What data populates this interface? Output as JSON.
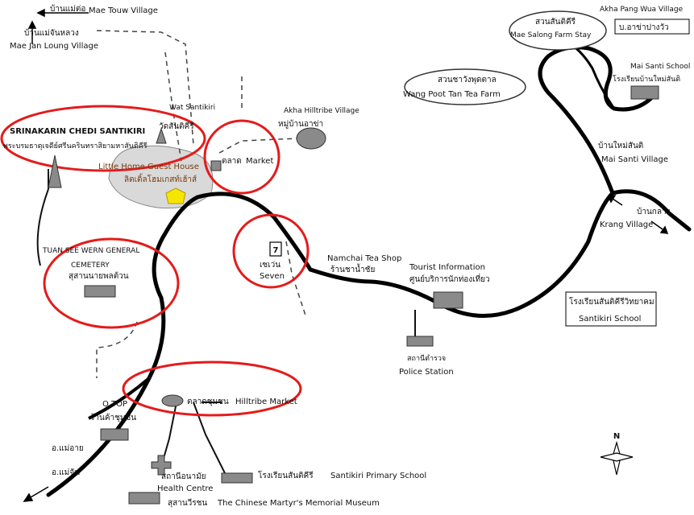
{
  "labels": {
    "mae_touw_th": "บ้านแม่ต่อ",
    "mae_touw_en": "Mae Touw Village",
    "mae_jan_th": "บ้านแม่จันหลวง",
    "mae_jan_en": "Mae Jan Loung Village",
    "wat_santikiri_en": "Wat Santikiri",
    "wat_santikiri_th": "วัดสันติคีรี",
    "chedi_en": "SRINAKARIN CHEDI SANTIKIRI",
    "chedi_th": "พระบรมธาตุเจดีย์ศรีนครินทราสิยามหาสันติคีรี",
    "akha_hilltribe_en": "Akha Hilltribe Village",
    "akha_hilltribe_th": "หมู่บ้านอาข่า",
    "little_home_en": "Little Home Guest House",
    "little_home_th": "ลิตเติ้ลโฮมเกสท์เฮ้าส์",
    "market_th": "ตลาด",
    "market_en": "Market",
    "tuan_cemetery_1": "TUAN SEE WERN GENERAL",
    "tuan_cemetery_2": "CEMETERY",
    "tuan_cemetery_th": "สุสานนายพลต้วน",
    "seven_icon": "7",
    "seven_th": "เซเว่น",
    "seven_en": "Seven",
    "namchai_en": "Namchai Tea Shop",
    "namchai_th": "ร้านชาน้ำชัย",
    "tourist_en": "Tourist Information",
    "tourist_th": "ศูนย์บริการนักท่องเที่ยว",
    "police_th": "สถานีตำรวจ",
    "police_en": "Police Station",
    "school_th": "โรงเรียนสันติคีรีวิทยาคม",
    "school_en": "Santikiri School",
    "santi_farm_th": "สวนสันติคีรี",
    "santi_farm_en": "Mae Salong Farm Stay",
    "akha_pang_en": "Akha Pang Wua Village",
    "akha_pang_th": "บ.อาข่าปางวัว",
    "mai_santi_school_en": "Mai Santi School",
    "mai_santi_school_th": "โรงเรียนบ้านใหม่สันติ",
    "wang_poot_th": "สวนชาวังพุดตาล",
    "wang_poot_en": "Wang Poot Tan  Tea Farm",
    "mai_santi_village_th": "บ้านใหม่สันติ",
    "mai_santi_village_en": "Mai Santi Village",
    "krang_th": "บ้านกลาง",
    "krang_en": "Krang Village",
    "otop_en": "O TOP",
    "otop_th": "ร้านค้าชุมชน",
    "hilltribe_market_th": "ตลาดชุมชน",
    "hilltribe_market_en": "Hilltribe Market",
    "mae_ai_th": "อ.แม่อาย",
    "mae_chan_th": "อ.แม่จัน",
    "health_th": "สถานีอนามัย",
    "health_en": "Health Centre",
    "primary_th": "โรงเรียนสันติคีรี",
    "primary_en": "Santikiri Primary School",
    "museum_th": "สุสานวีรชน",
    "museum_en": "The Chinese Martyr's Memorial Museum",
    "north": "N"
  },
  "colors": {
    "road": "#000000",
    "highlight_circle": "#e41b1b",
    "building": "#8a8a8a",
    "star": "#f5e600",
    "area_fill": "#d9d9d9"
  }
}
